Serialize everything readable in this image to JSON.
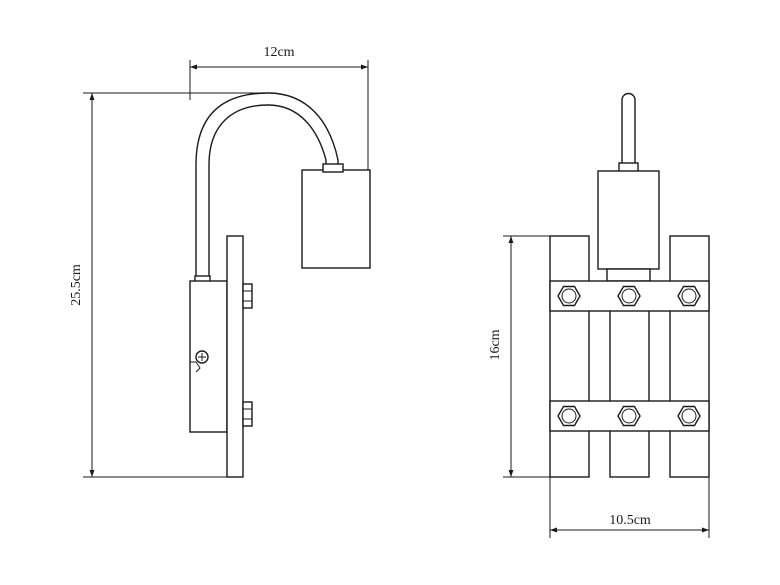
{
  "side_view": {
    "width_label": "12cm",
    "height_label": "25.5cm"
  },
  "front_view": {
    "height_label": "16cm",
    "width_label": "10.5cm"
  },
  "colors": {
    "line": "#1a1a1a",
    "background": "#ffffff"
  }
}
